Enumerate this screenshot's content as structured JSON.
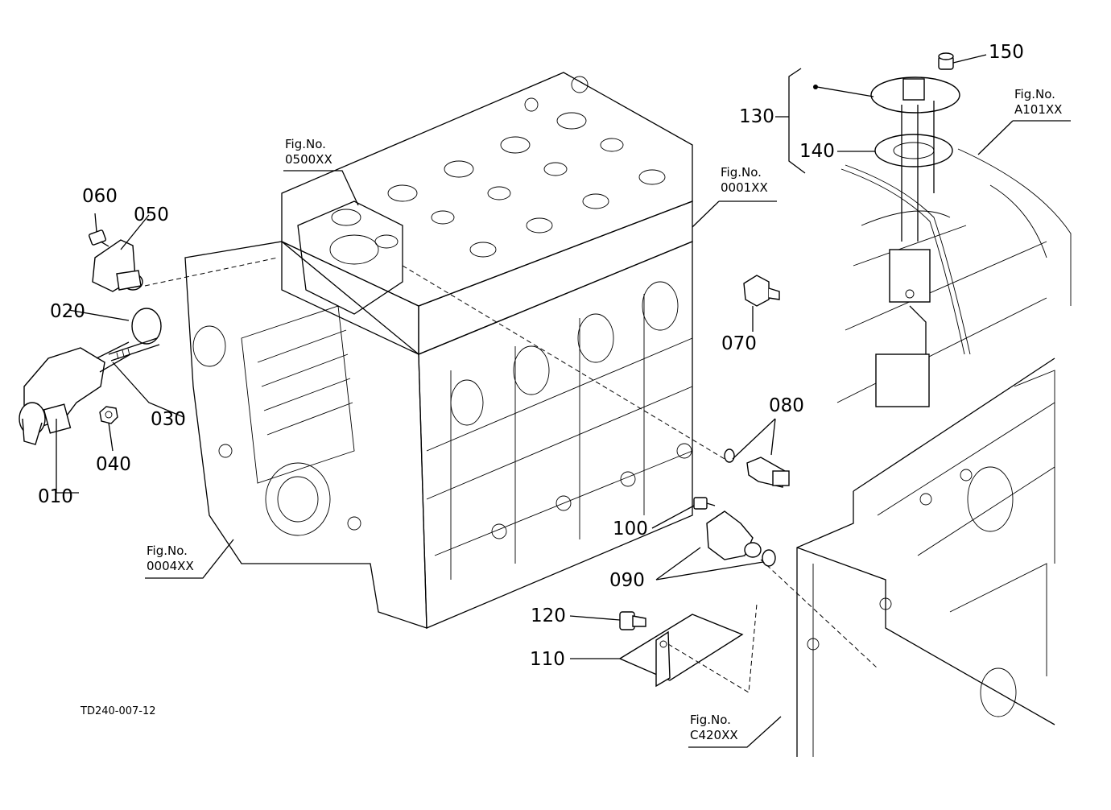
{
  "parts": {
    "p010": "010",
    "p020": "020",
    "p030": "030",
    "p040": "040",
    "p050": "050",
    "p060": "060",
    "p070": "070",
    "p080": "080",
    "p090": "090",
    "p100": "100",
    "p110": "110",
    "p120": "120",
    "p130": "130",
    "p140": "140",
    "p150": "150"
  },
  "figure_refs": {
    "f0500": {
      "line1": "Fig.No.",
      "line2": "0500XX"
    },
    "f0001": {
      "line1": "Fig.No.",
      "line2": "0001XX"
    },
    "fA101": {
      "line1": "Fig.No.",
      "line2": "A101XX"
    },
    "f0004": {
      "line1": "Fig.No.",
      "line2": "0004XX"
    },
    "fC420": {
      "line1": "Fig.No.",
      "line2": "C420XX"
    }
  },
  "drawing_code": "TD240-007-12"
}
